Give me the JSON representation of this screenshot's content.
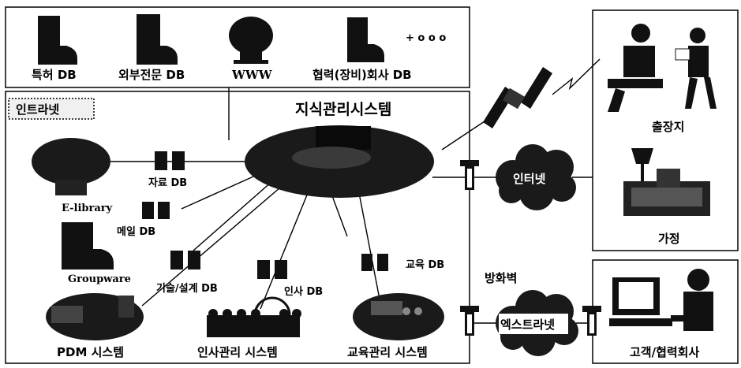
{
  "external_sources": {
    "patent_db": "특허 DB",
    "external_expert_db": "외부전문 DB",
    "www": "WWW",
    "partner_db": "협력(장비)회사 DB",
    "more": "+ o o o"
  },
  "intranet": {
    "tag": "인트라넷",
    "kms_title": "지식관리시스템",
    "elibrary": "E-library",
    "groupware": "Groupware",
    "data_db": "자료 DB",
    "mail_db": "메일 DB",
    "tech_design_db": "기술/설계 DB",
    "hr_db": "인사 DB",
    "edu_db": "교육 DB",
    "pdm_system": "PDM 시스템",
    "hr_system": "인사관리 시스템",
    "edu_system": "교육관리 시스템"
  },
  "network": {
    "internet": "인터넷",
    "extranet": "엑스트라넷",
    "firewall": "방화벽"
  },
  "remote": {
    "business_trip": "출장지",
    "home": "가정",
    "customer_partner": "고객/협력회사"
  }
}
